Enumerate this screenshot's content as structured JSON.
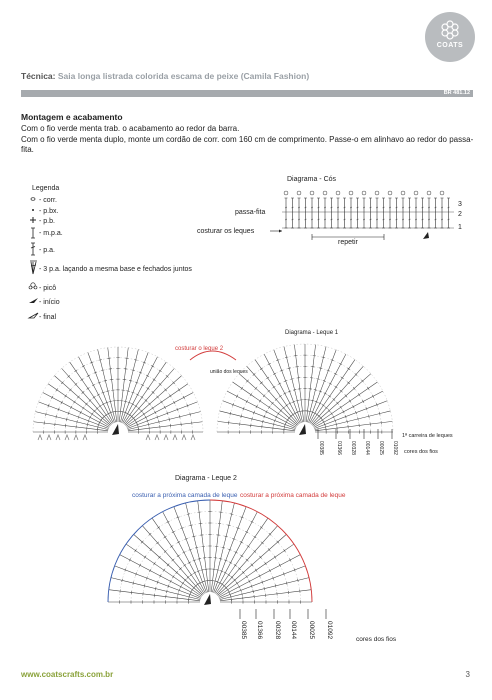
{
  "header": {
    "logo_text": "COATS",
    "tecnica_label": "Técnica:",
    "tecnica_value": "Saia longa listrada colorida escama de peixe (Camila Fashion)",
    "ref": "BR 481.12"
  },
  "section": {
    "heading": "Montagem e acabamento",
    "paragraph_1": "Com o fio verde menta trab. o acabamento ao redor da barra.",
    "paragraph_2": "Com o fio verde menta duplo, monte um cordão de corr. com 160 cm de comprimento. Passe-o em alinhavo ao redor do passa-fita."
  },
  "legend": {
    "title": "Legenda",
    "items": [
      {
        "symbol": "corr",
        "label": "- corr."
      },
      {
        "symbol": "pbx",
        "label": "- p.bx."
      },
      {
        "symbol": "pb",
        "label": "- p.b."
      },
      {
        "symbol": "mpa",
        "label": "- m.p.a."
      },
      {
        "symbol": "pa",
        "label": "- p.a."
      },
      {
        "symbol": "3pa",
        "label": "- 3 p.a. laçando a mesma base e fechados juntos"
      },
      {
        "symbol": "pico",
        "label": "- picô"
      },
      {
        "symbol": "inicio",
        "label": "- início"
      },
      {
        "symbol": "final",
        "label": "- final"
      }
    ]
  },
  "diagram_cos": {
    "title": "Diagrama - Cós",
    "label_passa_fita": "passa-fita",
    "label_costurar": "costurar os leques",
    "label_repetir": "repetir",
    "row_numbers": [
      "3",
      "2",
      "1"
    ]
  },
  "diagram_leque1": {
    "title": "Diagrama - Leque 1",
    "label_costurar_leque2": "costurar o leque 2",
    "label_uniao": "união dos leques",
    "label_carreira": "1ª carreira de leques",
    "label_cores": "cores dos fios",
    "color_codes": [
      "00385",
      "01366",
      "00328",
      "00144",
      "00025",
      "01092"
    ]
  },
  "diagram_leque2": {
    "title": "Diagrama - Leque 2",
    "label_left": "costurar a próxima camada de leque",
    "label_right": "costurar a próxima camada de leque",
    "label_cores": "cores dos fios",
    "color_codes": [
      "00385",
      "01366",
      "00328",
      "00144",
      "00025",
      "01092"
    ]
  },
  "footer": {
    "url": "www.coatscrafts.com.br",
    "page": "3"
  },
  "colors": {
    "blue": "#3a5fb0",
    "red": "#d23a3a",
    "green": "#8aa23a"
  }
}
